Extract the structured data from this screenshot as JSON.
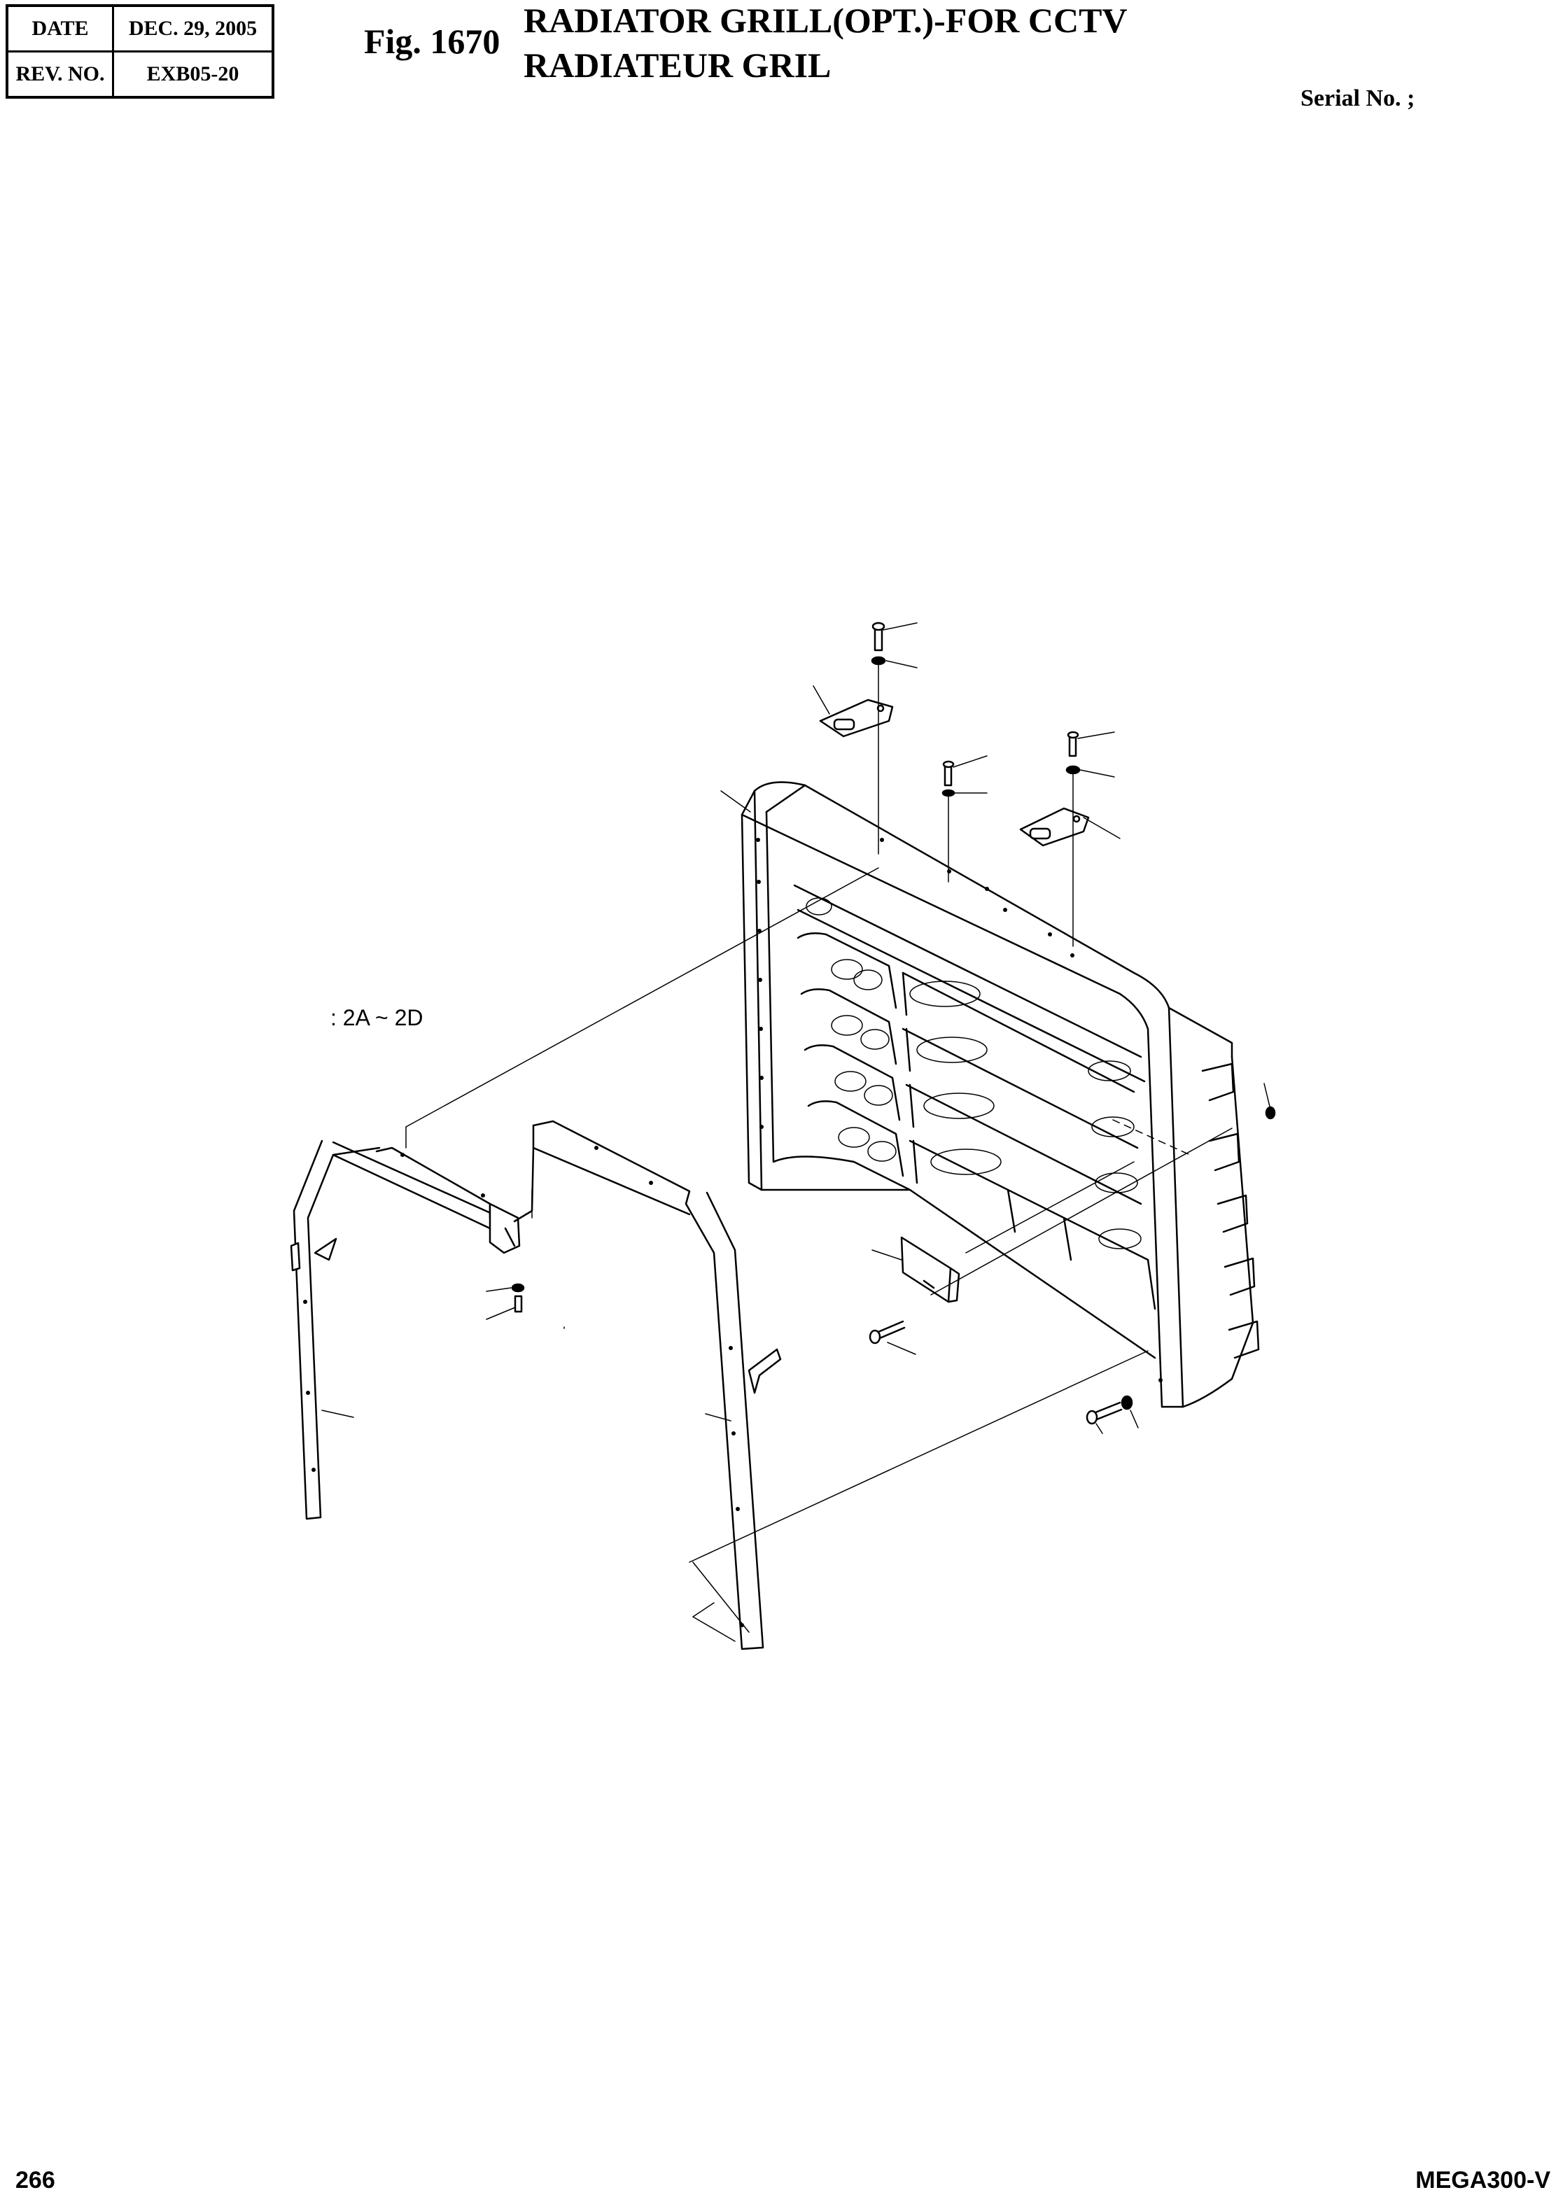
{
  "header": {
    "date_label": "DATE",
    "date_value": "DEC. 29, 2005",
    "rev_label": "REV. NO.",
    "rev_value": "EXB05-20"
  },
  "figure": {
    "number": "Fig. 1670",
    "title_en": "RADIATOR GRILL(OPT.)-FOR CCTV",
    "title_fr": "RADIATEUR GRIL"
  },
  "serial_label": "Serial No. ;",
  "annotation_text": ": 2A ~ 2D",
  "footer": {
    "page_number": "266",
    "model": "MEGA300-V"
  }
}
